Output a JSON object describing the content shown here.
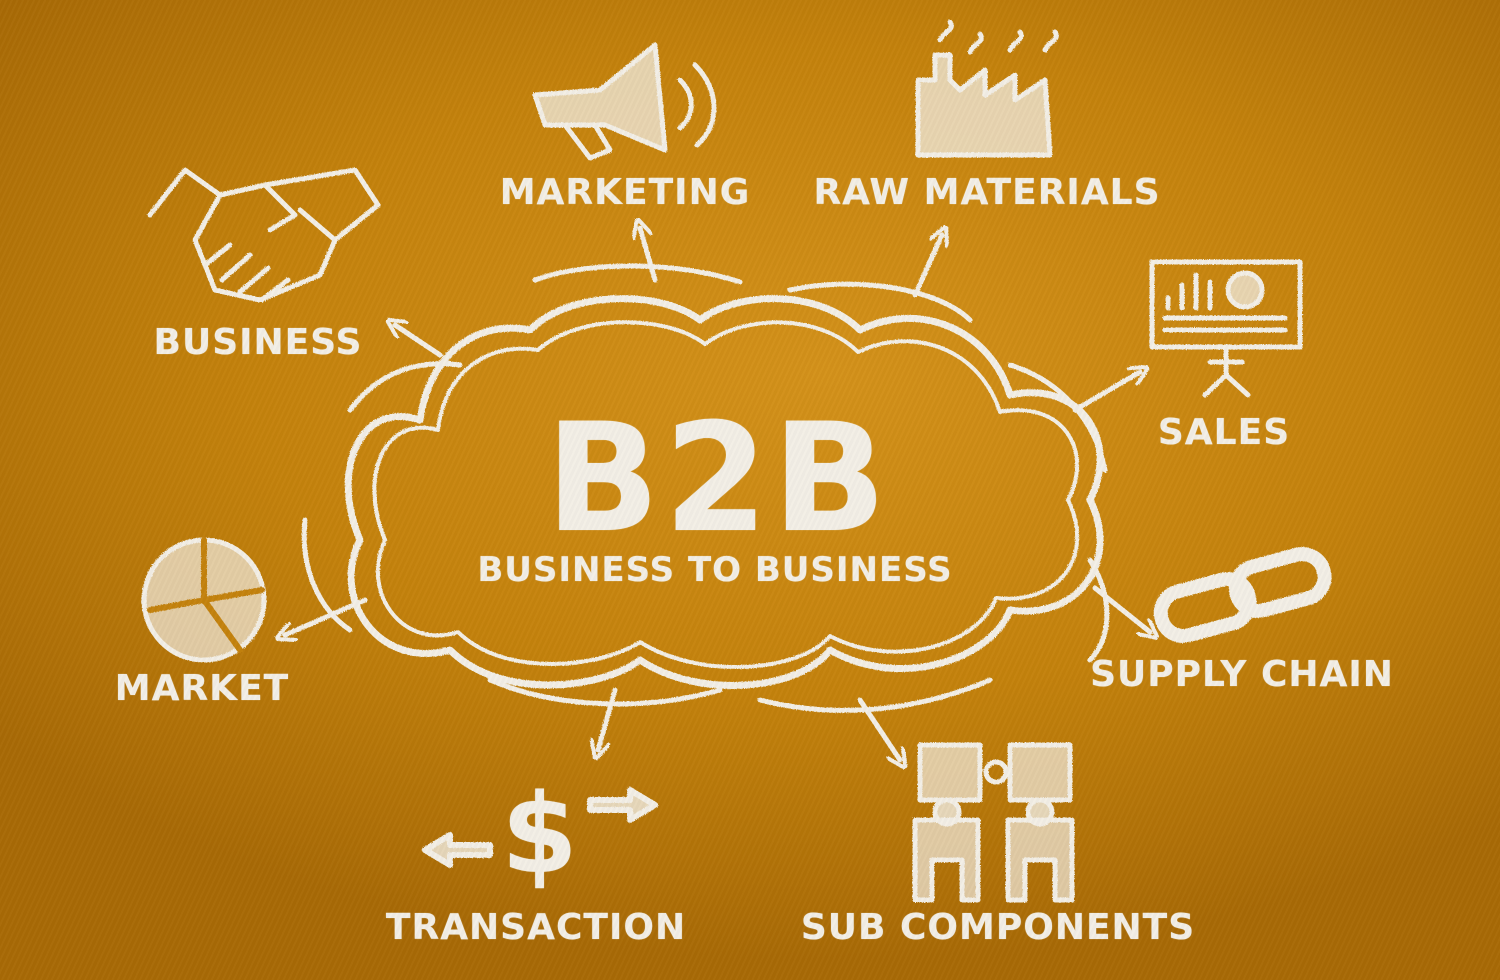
{
  "center": {
    "title": "B2B",
    "subtitle": "BUSINESS TO BUSINESS"
  },
  "topics": {
    "business": "BUSINESS",
    "marketing": "MARKETING",
    "raw_materials": "RAW MATERIALS",
    "sales": "SALES",
    "market": "MARKET",
    "supply_chain": "SUPPLY CHAIN",
    "transaction": "TRANSACTION",
    "sub_components": "SUB COMPONENTS"
  },
  "icons": {
    "business": "handshake-icon",
    "marketing": "megaphone-icon",
    "raw_materials": "factory-icon",
    "sales": "presentation-board-icon",
    "market": "pie-chart-icon",
    "supply_chain": "chain-link-icon",
    "transaction": "dollar-arrows-icon",
    "sub_components": "puzzle-people-icon"
  },
  "colors": {
    "background": "#c4820c",
    "chalk": "#f3efe6"
  }
}
